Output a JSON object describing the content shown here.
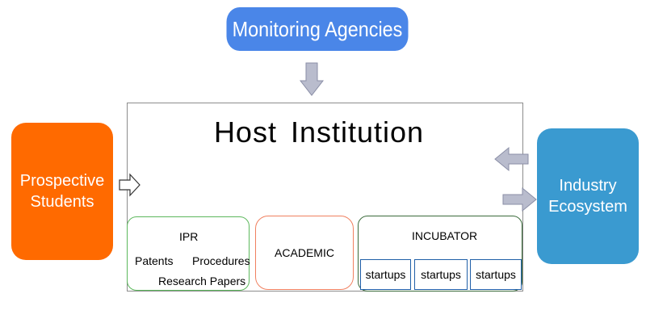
{
  "monitoring": {
    "label": "Monitoring Agencies",
    "color": "#4a86e8"
  },
  "host": {
    "title": "Host Institution"
  },
  "students": {
    "line1": "Prospective",
    "line2": "Students",
    "color": "#ff6a00"
  },
  "industry": {
    "line1": "Industry",
    "line2": "Ecosystem",
    "color": "#3a9ad0"
  },
  "ipr": {
    "title": "IPR",
    "items": [
      "Patents",
      "Procedures",
      "Research Papers"
    ]
  },
  "academic": {
    "title": "ACADEMIC"
  },
  "incubator": {
    "title": "INCUBATOR",
    "startups": [
      "startups",
      "startups",
      "startups"
    ]
  }
}
